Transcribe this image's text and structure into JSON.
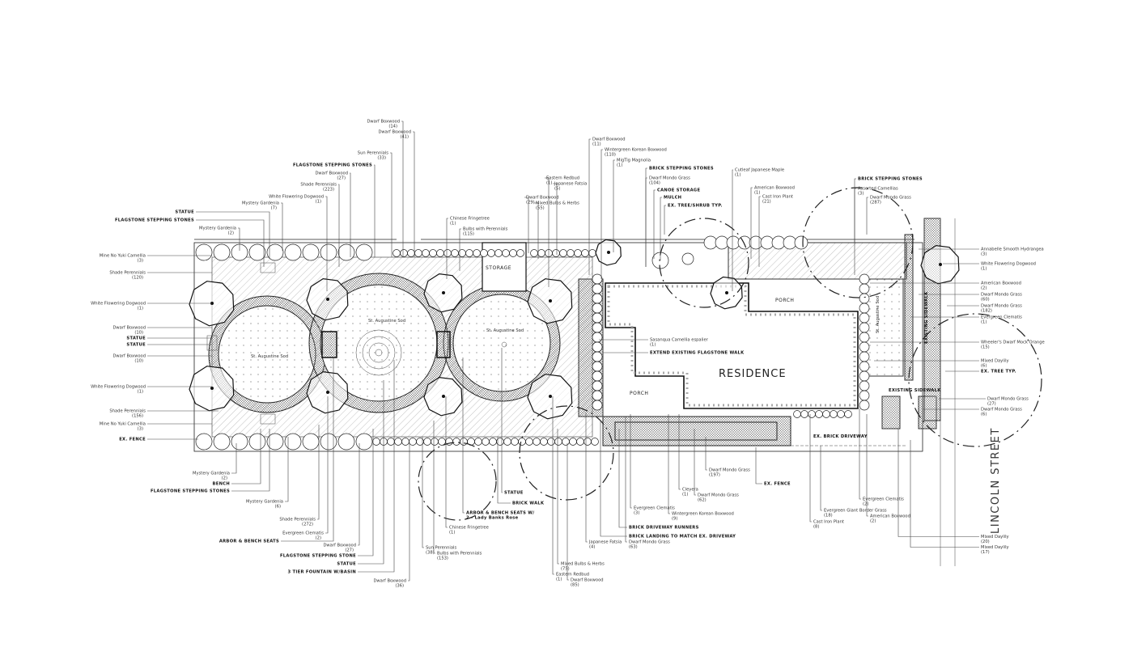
{
  "plan": {
    "residence": "RESIDENCE",
    "porch_1": "PORCH",
    "porch_2": "PORCH",
    "storage": "STORAGE",
    "sod": "St. Augustine Sod",
    "existing_sidewalk": "EXISTING SIDEWALK",
    "ex_brick_driveway": "EX. BRICK DRIVEWAY",
    "street": "LINCOLN STREET"
  },
  "labels": [
    {
      "text": "Mine No Yuki Camellia",
      "qty": "(3)"
    },
    {
      "text": "Shade Perennials",
      "qty": "(120)"
    },
    {
      "text": "White Flowering Dogwood",
      "qty": "(1)"
    },
    {
      "text": "Dwarf Boxwood",
      "qty": "(10)"
    },
    {
      "text": "STATUE",
      "qty": ""
    },
    {
      "text": "STATUE",
      "qty": ""
    },
    {
      "text": "Dwarf Boxwood",
      "qty": "(10)"
    },
    {
      "text": "White Flowering Dogwood",
      "qty": "(1)"
    },
    {
      "text": "Shade Perennials",
      "qty": "(156)"
    },
    {
      "text": "Mine No Yuki Camellia",
      "qty": "(3)"
    },
    {
      "text": "EX. FENCE",
      "qty": ""
    },
    {
      "text": "Dwarf Boxwood",
      "qty": "(41)"
    },
    {
      "text": "Dwarf Boxwood",
      "qty": "(14)"
    },
    {
      "text": "Sun Perennials",
      "qty": "(33)"
    },
    {
      "text": "FLAGSTONE STEPPING STONES",
      "qty": ""
    },
    {
      "text": "Dwarf Boxwood",
      "qty": "(27)"
    },
    {
      "text": "Shade Perennials",
      "qty": "(223)"
    },
    {
      "text": "White Flowering Dogwood",
      "qty": "(1)"
    },
    {
      "text": "Mystery Gardenia",
      "qty": "(7)"
    },
    {
      "text": "STATUE",
      "qty": ""
    },
    {
      "text": "FLAGSTONE STEPPING STONES",
      "qty": ""
    },
    {
      "text": "Mystery Gardenia",
      "qty": "(2)"
    },
    {
      "text": "Chinese Fringetree",
      "qty": "(1)"
    },
    {
      "text": "Bulbs with Perennials",
      "qty": "(115)"
    },
    {
      "text": "Japanese Fatsia",
      "qty": "(5)"
    },
    {
      "text": "Eastern Redbud",
      "qty": "(1)"
    },
    {
      "text": "Mixed Bulbs & Herbs",
      "qty": "(55)"
    },
    {
      "text": "Dwarf Boxwood",
      "qty": "(29)"
    },
    {
      "text": "Dwarf Boxwood",
      "qty": "(11)"
    },
    {
      "text": "Wintergreen Korean Boxwood",
      "qty": "(110)"
    },
    {
      "text": "MigTig Magnolia",
      "qty": "(1)"
    },
    {
      "text": "BRICK STEPPING STONES",
      "qty": ""
    },
    {
      "text": "Dwarf Mondo Grass",
      "qty": "(104)"
    },
    {
      "text": "CANOE STORAGE",
      "qty": ""
    },
    {
      "text": "MULCH",
      "qty": ""
    },
    {
      "text": "EX. TREE/SHRUB TYP.",
      "qty": ""
    },
    {
      "text": "Cutleaf Japanese Maple",
      "qty": "(1)"
    },
    {
      "text": "American Boxwood",
      "qty": "(1)"
    },
    {
      "text": "Cast Iron Plant",
      "qty": "(21)"
    },
    {
      "text": "BRICK STEPPING STONES",
      "qty": ""
    },
    {
      "text": "Assorted Camellias",
      "qty": "(3)"
    },
    {
      "text": "Dwarf Mondo Grass",
      "qty": "(287)"
    },
    {
      "text": "Annabelle Smooth Hydrangea",
      "qty": "(3)"
    },
    {
      "text": "White Flowering Dogwood",
      "qty": "(1)"
    },
    {
      "text": "American Boxwood",
      "qty": "(2)"
    },
    {
      "text": "Dwarf Mondo Grass",
      "qty": "(60)"
    },
    {
      "text": "Dwarf Mondo Grass",
      "qty": "(182)"
    },
    {
      "text": "Evergreen Clematis",
      "qty": "(1)"
    },
    {
      "text": "Wheeler's Dwarf Mock Orange",
      "qty": "(15)"
    },
    {
      "text": "Mixed Daylily",
      "qty": "(6)"
    },
    {
      "text": "EX. TREE TYP.",
      "qty": ""
    },
    {
      "text": "Dwarf Mondo Grass",
      "qty": "(27)"
    },
    {
      "text": "Dwarf Mondo Grass",
      "qty": "(6)"
    },
    {
      "text": "Mixed Daylily",
      "qty": "(20)"
    },
    {
      "text": "Mixed Daylily",
      "qty": "(17)"
    },
    {
      "text": "Sasanqua Camellia espalier",
      "qty": "(1)"
    },
    {
      "text": "EXTEND EXISTING FLAGSTONE WALK",
      "qty": ""
    },
    {
      "text": "Mystery Gardenia",
      "qty": "(2)"
    },
    {
      "text": "BENCH",
      "qty": ""
    },
    {
      "text": "FLAGSTONE STEPPING STONES",
      "qty": ""
    },
    {
      "text": "Mystery Gardenia",
      "qty": "(6)"
    },
    {
      "text": "Shade Perennials",
      "qty": "(272)"
    },
    {
      "text": "Evergreen Clematis",
      "qty": "(2)"
    },
    {
      "text": "ARBOR & BENCH SEATS",
      "qty": ""
    },
    {
      "text": "Dwarf Boxwood",
      "qty": "(27)"
    },
    {
      "text": "FLAGSTONE STEPPING STONE",
      "qty": ""
    },
    {
      "text": "STATUE",
      "qty": ""
    },
    {
      "text": "3 TIER FOUNTAIN W/BASIN",
      "qty": ""
    },
    {
      "text": "Dwarf Boxwood",
      "qty": "(36)"
    },
    {
      "text": "Sun Perennials",
      "qty": "(38)"
    },
    {
      "text": "Bulbs with Perennials",
      "qty": "(153)"
    },
    {
      "text": "Chinese Fringetree",
      "qty": "(1)"
    },
    {
      "text": "ARBOR & BENCH SEATS W/",
      "qty": "2 - Lady Banks Rose"
    },
    {
      "text": "BRICK WALK",
      "qty": ""
    },
    {
      "text": "STATUE",
      "qty": ""
    },
    {
      "text": "Eastern Redbud",
      "qty": "(1)"
    },
    {
      "text": "Mixed Bulbs & Herbs",
      "qty": "(75)"
    },
    {
      "text": "Dwarf Boxwood",
      "qty": "(85)"
    },
    {
      "text": "Japanese Fatsia",
      "qty": "(4)"
    },
    {
      "text": "BRICK LANDING TO MATCH EX. DRIVEWAY",
      "qty": ""
    },
    {
      "text": "BRICK DRIVEWAY RUNNERS",
      "qty": ""
    },
    {
      "text": "Dwarf Mondo Grass",
      "qty": "(63)"
    },
    {
      "text": "Evergreen Clematis",
      "qty": "(3)"
    },
    {
      "text": "Wintergreen Korean Boxwood",
      "qty": "(9)"
    },
    {
      "text": "Cleyera",
      "qty": "(1)"
    },
    {
      "text": "Dwarf Mondo Grass",
      "qty": "(62)"
    },
    {
      "text": "Dwarf Mondo Grass",
      "qty": "(197)"
    },
    {
      "text": "EX. FENCE",
      "qty": ""
    },
    {
      "text": "Cast Iron Plant",
      "qty": "(8)"
    },
    {
      "text": "Evergreen Giant Border Grass",
      "qty": "(18)"
    },
    {
      "text": "Evergreen Clematis",
      "qty": "(2)"
    },
    {
      "text": "American Boxwood",
      "qty": "(2)"
    }
  ]
}
